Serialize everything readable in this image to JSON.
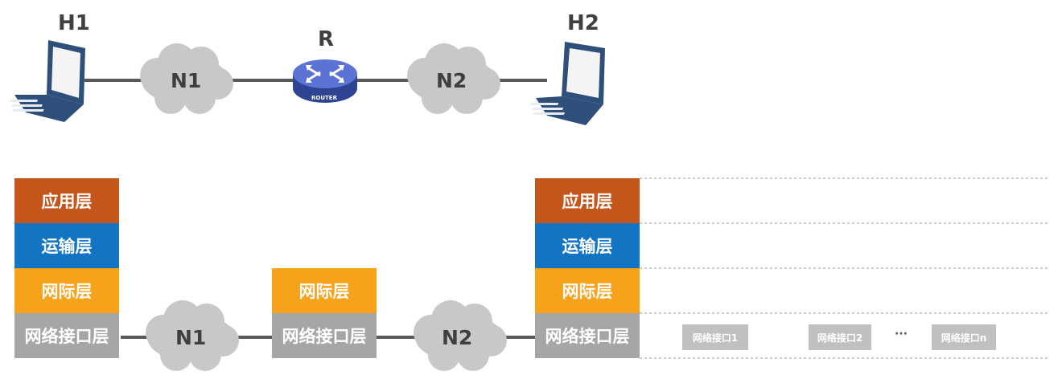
{
  "topology": {
    "host1": {
      "label": "H1",
      "icon": "laptop-icon"
    },
    "host2": {
      "label": "H2",
      "icon": "laptop-icon"
    },
    "router": {
      "label": "R",
      "badge": "ROUTER",
      "icon": "router-icon"
    },
    "networks": [
      "N1",
      "N2"
    ]
  },
  "stacks": {
    "h1": [
      "应用层",
      "运输层",
      "网际层",
      "网络接口层"
    ],
    "router": [
      "网际层",
      "网络接口层"
    ],
    "h2": [
      "应用层",
      "运输层",
      "网际层",
      "网络接口层"
    ]
  },
  "interfaces": {
    "items": [
      "网络接口1",
      "网络接口2",
      "网络接口n"
    ],
    "ellipsis": "···"
  },
  "colors": {
    "application": "#c4561b",
    "transport": "#1474c4",
    "internet": "#f6a21b",
    "interface": "#a6a6a6",
    "cloud": "#c8c8c8",
    "router": "#3d55b5",
    "laptop": "#2d4f7a"
  }
}
